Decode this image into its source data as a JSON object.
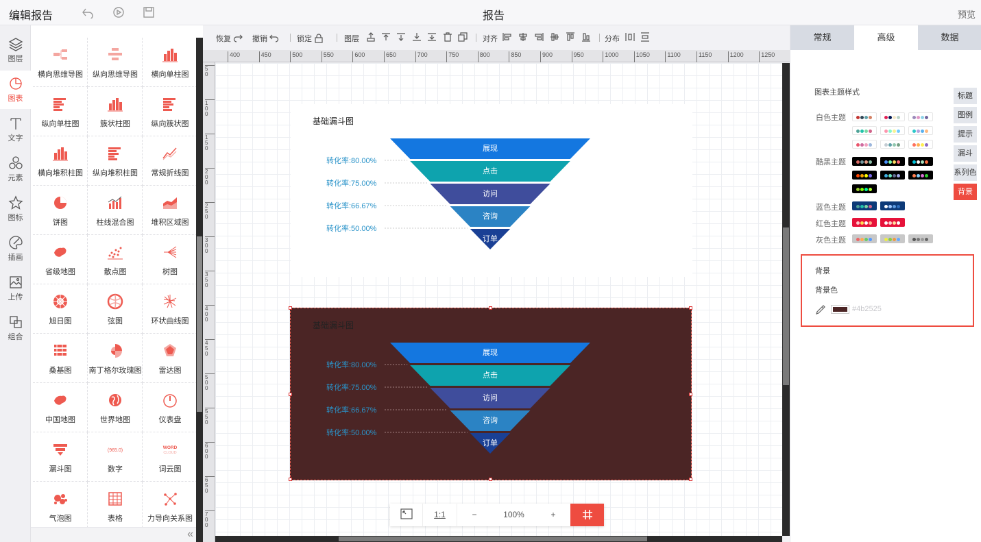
{
  "header": {
    "title": "编辑报告",
    "center_title": "报告",
    "preview": "预览",
    "icons": [
      "undo-icon",
      "play-icon",
      "save-icon"
    ]
  },
  "left_nav": [
    {
      "id": "layers",
      "label": "图层",
      "icon": "layers-icon"
    },
    {
      "id": "chart",
      "label": "图表",
      "icon": "chart-clock-icon",
      "active": true
    },
    {
      "id": "text",
      "label": "文字",
      "icon": "text-icon"
    },
    {
      "id": "element",
      "label": "元素",
      "icon": "element-icon"
    },
    {
      "id": "mark",
      "label": "图标",
      "icon": "star-icon"
    },
    {
      "id": "illustration",
      "label": "插画",
      "icon": "palette-icon"
    },
    {
      "id": "upload",
      "label": "上传",
      "icon": "image-upload-icon"
    },
    {
      "id": "group",
      "label": "组合",
      "icon": "group-icon"
    }
  ],
  "widgets": [
    {
      "label": "横向思维导图",
      "icon": "mindmap-h"
    },
    {
      "label": "纵向思维导图",
      "icon": "mindmap-v"
    },
    {
      "label": "横向单柱图",
      "icon": "bar-v"
    },
    {
      "label": "纵向单柱图",
      "icon": "bar-h"
    },
    {
      "label": "簇状柱图",
      "icon": "bar-v"
    },
    {
      "label": "纵向簇状图",
      "icon": "bar-h"
    },
    {
      "label": "横向堆积柱图",
      "icon": "bar-v"
    },
    {
      "label": "纵向堆积柱图",
      "icon": "bar-h"
    },
    {
      "label": "常规折线图",
      "icon": "line"
    },
    {
      "label": "饼图",
      "icon": "pie"
    },
    {
      "label": "柱线混合图",
      "icon": "combo"
    },
    {
      "label": "堆积区域图",
      "icon": "area"
    },
    {
      "label": "省级地图",
      "icon": "map"
    },
    {
      "label": "散点图",
      "icon": "scatter"
    },
    {
      "label": "树图",
      "icon": "tree"
    },
    {
      "label": "旭日图",
      "icon": "sunburst"
    },
    {
      "label": "弦图",
      "icon": "chord"
    },
    {
      "label": "环状曲线图",
      "icon": "radial"
    },
    {
      "label": "桑基图",
      "icon": "sankey"
    },
    {
      "label": "南丁格尔玫瑰图",
      "icon": "rose"
    },
    {
      "label": "雷达图",
      "icon": "radar"
    },
    {
      "label": "中国地图",
      "icon": "map"
    },
    {
      "label": "世界地图",
      "icon": "globe"
    },
    {
      "label": "仪表盘",
      "icon": "gauge"
    },
    {
      "label": "漏斗图",
      "icon": "funnel"
    },
    {
      "label": "数字",
      "icon": "number"
    },
    {
      "label": "词云图",
      "icon": "wordcloud"
    },
    {
      "label": "气泡图",
      "icon": "bubble"
    },
    {
      "label": "表格",
      "icon": "table"
    },
    {
      "label": "力导向关系图",
      "icon": "force"
    }
  ],
  "widget_number_text": "965.0",
  "widget_wordcloud_text": [
    "WORD",
    "CLOUD"
  ],
  "toolbar": {
    "redo": "恢复",
    "undo": "撤销",
    "lock": "锁定",
    "layer": "图层",
    "align": "对齐",
    "distribute": "分布"
  },
  "ruler_ticks": [
    "400",
    "450",
    "500",
    "550",
    "600",
    "650",
    "700",
    "750",
    "800",
    "850",
    "900",
    "950",
    "1000",
    "1050",
    "1100",
    "1150",
    "1200",
    "1250"
  ],
  "vruler_ticks": [
    "5\n0",
    "1\n0\n0",
    "1\n5\n0",
    "2\n0\n0",
    "2\n5\n0",
    "3\n0\n0",
    "3\n5\n0",
    "4\n0\n0",
    "4\n5\n0",
    "5\n0\n0",
    "5\n5\n0",
    "6\n0\n0",
    "6\n5\n0",
    "7\n0\n0"
  ],
  "charts": [
    {
      "title": "基础漏斗图",
      "background": "#ffffff",
      "selected": false
    },
    {
      "title": "基础漏斗图",
      "background": "#4b2525",
      "selected": true
    }
  ],
  "chart_data": {
    "type": "funnel",
    "stages": [
      "展现",
      "点击",
      "访问",
      "咨询",
      "订单"
    ],
    "values": [
      100,
      80,
      60,
      40,
      20
    ],
    "conversion_label": "转化率:",
    "conversion_rates": [
      "80.00%",
      "75.00%",
      "66.67%",
      "50.00%"
    ],
    "colors": [
      "#1477e0",
      "#0ea3ae",
      "#3f4d9c",
      "#2b83c4",
      "#1a4095"
    ]
  },
  "zoom": {
    "fit_icon": "fit-screen-icon",
    "one_to_one": "1:1",
    "minus": "−",
    "value": "100%",
    "plus": "+",
    "grid_icon": "grid-icon"
  },
  "right_panel": {
    "tabs": [
      {
        "label": "常规"
      },
      {
        "label": "高级",
        "active": true
      },
      {
        "label": "数据"
      }
    ],
    "section_title": "图表主题样式",
    "themes": [
      {
        "label": "白色主题"
      },
      {
        "label": "酷黑主题"
      },
      {
        "label": "蓝色主题"
      },
      {
        "label": "红色主题"
      },
      {
        "label": "灰色主题"
      }
    ],
    "side_tabs": [
      {
        "label": "标题"
      },
      {
        "label": "图例"
      },
      {
        "label": "提示"
      },
      {
        "label": "漏斗"
      },
      {
        "label": "系列色"
      },
      {
        "label": "背景",
        "active": true
      }
    ],
    "background": {
      "title": "背景",
      "color_label": "背景色",
      "color_value": "#4b2525",
      "picker_icon": "eyedropper-icon"
    }
  }
}
